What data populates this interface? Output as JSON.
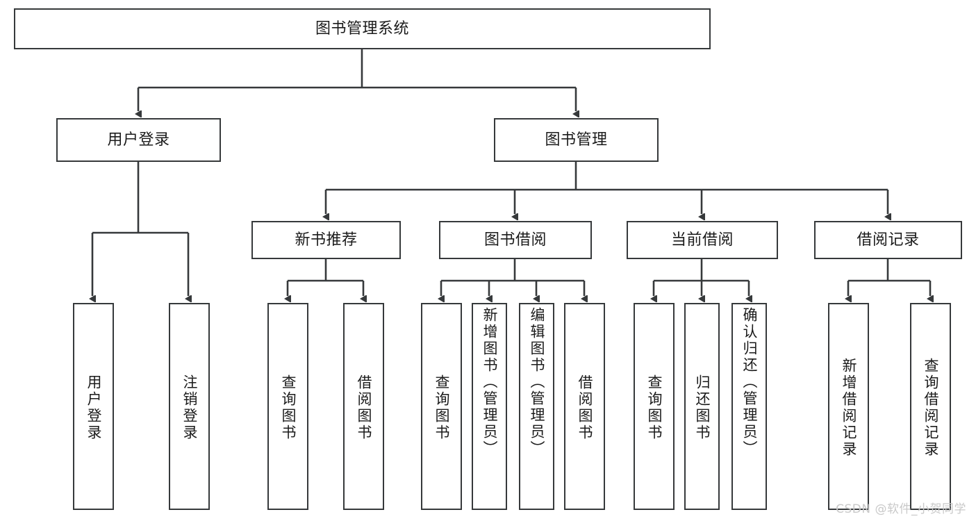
{
  "diagram": {
    "title": "图书管理系统",
    "type": "hierarchy-tree",
    "root": {
      "id": "root",
      "label": "图书管理系统"
    },
    "level2": [
      {
        "id": "user-login",
        "label": "用户登录"
      },
      {
        "id": "book-manage",
        "label": "图书管理"
      }
    ],
    "level3": [
      {
        "id": "new-book-rec",
        "label": "新书推荐"
      },
      {
        "id": "book-borrow",
        "label": "图书借阅"
      },
      {
        "id": "current-borrow",
        "label": "当前借阅"
      },
      {
        "id": "borrow-record",
        "label": "借阅记录"
      }
    ],
    "leaves": {
      "user_login": [
        {
          "id": "leaf-user-login",
          "label": "用户登录"
        },
        {
          "id": "leaf-user-logout",
          "label": "注销登录"
        }
      ],
      "new_book_rec": [
        {
          "id": "leaf-query-book-1",
          "label": "查询图书"
        },
        {
          "id": "leaf-borrow-book-1",
          "label": "借阅图书"
        }
      ],
      "book_borrow": [
        {
          "id": "leaf-query-book-2",
          "label": "查询图书"
        },
        {
          "id": "leaf-add-book",
          "label": "新增图书（管理员）"
        },
        {
          "id": "leaf-edit-book",
          "label": "编辑图书（管理员）"
        },
        {
          "id": "leaf-borrow-book-2",
          "label": "借阅图书"
        }
      ],
      "current_borrow": [
        {
          "id": "leaf-query-book-3",
          "label": "查询图书"
        },
        {
          "id": "leaf-return-book",
          "label": "归还图书"
        },
        {
          "id": "leaf-confirm-return",
          "label": "确认归还（管理员）"
        }
      ],
      "borrow_record": [
        {
          "id": "leaf-add-record",
          "label": "新增借阅记录"
        },
        {
          "id": "leaf-query-record",
          "label": "查询借阅记录"
        }
      ]
    }
  },
  "watermark": {
    "text": "CSDN @软件_小贺同学"
  },
  "colors": {
    "stroke": "#36393b",
    "background": "#ffffff",
    "text": "#1b1b1b",
    "watermark": "#c9c9c9"
  }
}
